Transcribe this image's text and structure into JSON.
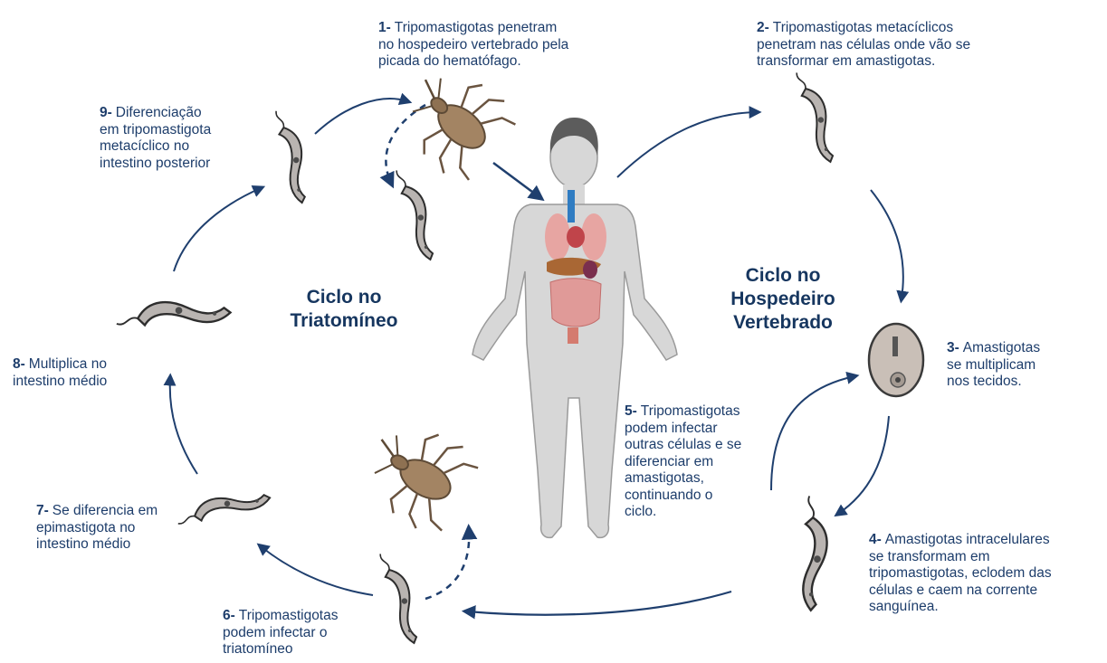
{
  "colors": {
    "arrow": "#1f3f6e",
    "text": "#1d3d6b",
    "parasite": "#b9b4b1",
    "parasite_outline": "#2d2d2d",
    "insect": "#a38463",
    "body": "#d7d7d7"
  },
  "titles": {
    "insect_cycle": "Ciclo no\nTriatomíneo",
    "host_cycle": "Ciclo no\nHospedeiro\nVertebrado"
  },
  "steps": [
    {
      "num": "1-",
      "text": "Tripomastigotas penetram\nno hospedeiro vertebrado pela\npicada do hematófago."
    },
    {
      "num": "2-",
      "text": "Tripomastigotas metacíclicos\npenetram nas células onde vão se\ntransformar em amastigotas."
    },
    {
      "num": "3-",
      "text": "Amastigotas\nse multiplicam\nnos tecidos."
    },
    {
      "num": "4-",
      "text": "Amastigotas intracelulares\nse transformam em\ntripomastigotas, eclodem das\ncélulas e caem na corrente\nsanguínea."
    },
    {
      "num": "5-",
      "text": "Tripomastigotas\npodem infectar\noutras células e se\ndiferenciar em\namastigotas,\ncontinuando o\nciclo."
    },
    {
      "num": "6-",
      "text": "Tripomastigotas\npodem infectar o\ntriatomíneo"
    },
    {
      "num": "7-",
      "text": "Se diferencia em\nepimastigota no\nintestino médio"
    },
    {
      "num": "8-",
      "text": "Multiplica no\nintestino médio"
    },
    {
      "num": "9-",
      "text": "Diferenciação\nem tripomastigota\nmetacíclico no\nintestino posterior"
    }
  ],
  "icons": {
    "insect": "triatomine-bug-icon",
    "parasite": "trypanosome-icon",
    "cell": "infected-cell-icon",
    "human": "human-body-icon"
  }
}
